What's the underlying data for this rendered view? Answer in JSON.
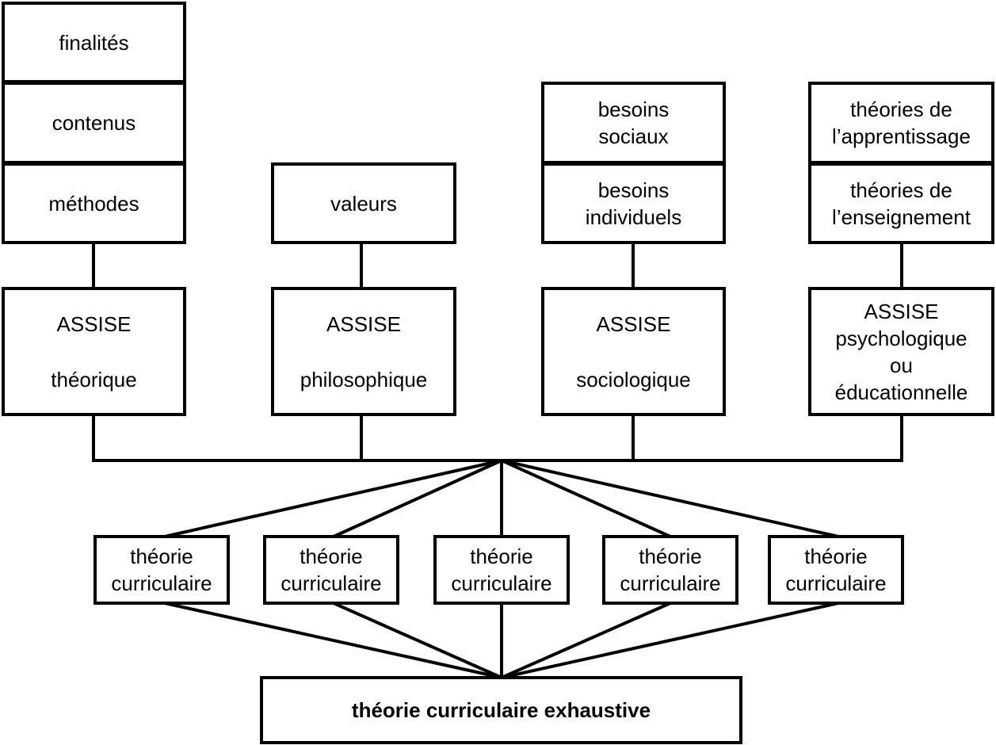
{
  "columns": {
    "theorique": {
      "items": [
        "finalités",
        "contenus",
        "méthodes"
      ],
      "assise_word": "ASSISE",
      "assise_type": "théorique"
    },
    "philosophique": {
      "items": [
        "valeurs"
      ],
      "assise_word": "ASSISE",
      "assise_type": "philosophique"
    },
    "sociologique": {
      "items": [
        [
          "besoins",
          "sociaux"
        ],
        [
          "besoins",
          "individuels"
        ]
      ],
      "assise_word": "ASSISE",
      "assise_type": "sociologique"
    },
    "psychologique": {
      "items": [
        [
          "théories de",
          "l’apprentissage"
        ],
        [
          "théories de",
          "l’enseignement"
        ]
      ],
      "assise_lines": [
        "ASSISE",
        "psychologique",
        "ou",
        "éducationnelle"
      ]
    }
  },
  "curricular_theories": [
    [
      "théorie",
      "curriculaire"
    ],
    [
      "théorie",
      "curriculaire"
    ],
    [
      "théorie",
      "curriculaire"
    ],
    [
      "théorie",
      "curriculaire"
    ],
    [
      "théorie",
      "curriculaire"
    ]
  ],
  "final_box": "théorie curriculaire exhaustive"
}
